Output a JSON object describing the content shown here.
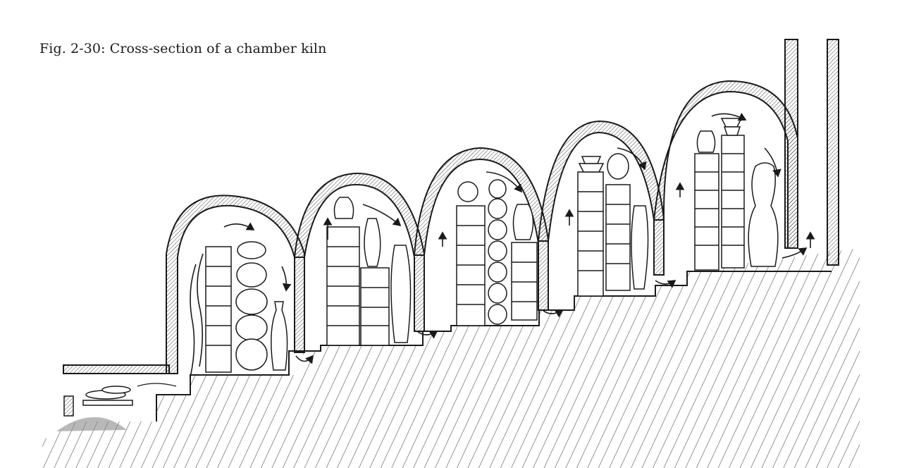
{
  "figure": {
    "caption": "Fig. 2-30: Cross-section of a chamber kiln"
  },
  "diagram": {
    "subject": "chamber kiln",
    "chamber_count": 5,
    "colors": {
      "ink": "#1a1a1a",
      "paper": "#ffffff"
    }
  }
}
